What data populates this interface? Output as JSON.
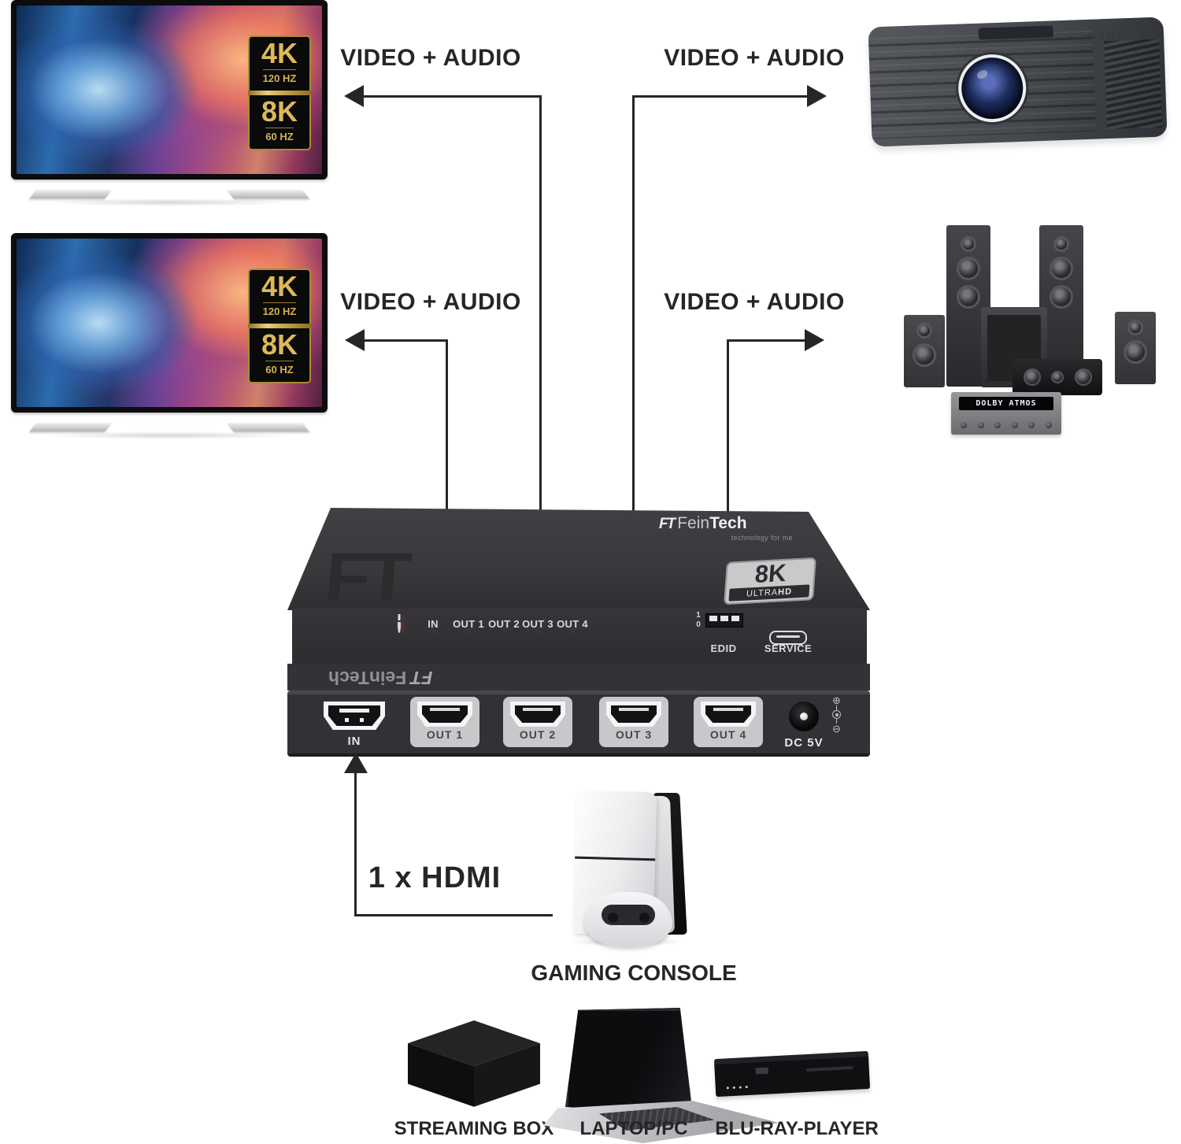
{
  "connections": [
    "VIDEO + AUDIO",
    "VIDEO + AUDIO",
    "VIDEO + AUDIO",
    "VIDEO + AUDIO"
  ],
  "tv_badge": {
    "res1": "4K",
    "hz1": "120 HZ",
    "res2": "8K",
    "hz2": "60 HZ"
  },
  "projector": {
    "label": "PROJECTOR"
  },
  "speakers": {
    "receiver_display": "DOLBY ATMOS"
  },
  "device": {
    "watermark": "FT",
    "logo": {
      "mark": "FT",
      "name_light": "Fein",
      "name_bold": "Tech",
      "tagline": "technology for me"
    },
    "flipped": {
      "mark": "FT",
      "text": "FeinTech"
    },
    "badge_8k": {
      "title": "8K",
      "sub_light": "ULTRA",
      "sub_bold": "HD"
    },
    "leds": [
      "IN",
      "OUT 1",
      "OUT 2",
      "OUT 3",
      "OUT 4"
    ],
    "edid": {
      "on": "1",
      "off": "0",
      "label": "EDID"
    },
    "service": "SERVICE",
    "rear": {
      "in": "IN",
      "outs": [
        "OUT 1",
        "OUT 2",
        "OUT 3",
        "OUT 4"
      ],
      "power": "DC 5V",
      "polarity_plus": "⊕",
      "polarity_minus": "⊖"
    }
  },
  "input": {
    "label": "1 x HDMI"
  },
  "sources": {
    "console": "GAMING CONSOLE",
    "streaming": "STREAMING BOX",
    "laptop": "LAPTOP/PC",
    "bluray": "BLU-RAY-PLAYER"
  },
  "colors": {
    "line": "#262626",
    "gold": "#d6b254",
    "led_green": "#2fd046",
    "led_red": "#e63230",
    "badge_plate": "#c9c9cc",
    "device_body": "#38383b"
  }
}
